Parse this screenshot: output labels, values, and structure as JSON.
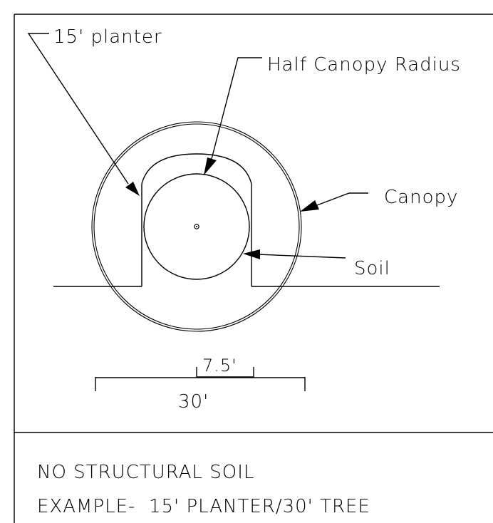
{
  "labels": {
    "planter": "15' planter",
    "half_canopy_radius": "Half Canopy Radius",
    "canopy": "Canopy",
    "soil": "Soil"
  },
  "dimensions": {
    "inner": "7.5'",
    "outer": "30'"
  },
  "title_block": {
    "line1": "NO STRUCTURAL SOIL",
    "line2": "EXAMPLE-  15' PLANTER/30' TREE"
  }
}
